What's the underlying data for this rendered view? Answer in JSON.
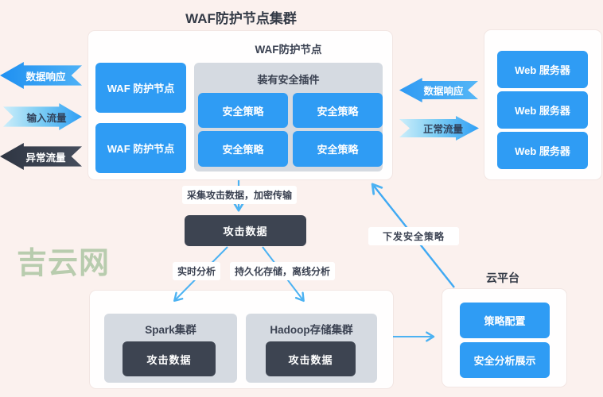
{
  "title": "WAF防护节点集群",
  "watermark": "吉云网",
  "cluster": {
    "header": "WAF防护节点",
    "node1": "WAF 防护节点",
    "node2": "WAF 防护节点",
    "plugin_title": "装有安全插件",
    "policy1": "安全策略",
    "policy2": "安全策略",
    "policy3": "安全策略",
    "policy4": "安全策略"
  },
  "flows": {
    "left_response": "数据响应",
    "input_traffic": "输入流量",
    "abnormal_traffic": "异常流量",
    "right_response": "数据响应",
    "normal_traffic": "正常流量"
  },
  "web": {
    "server1": "Web 服务器",
    "server2": "Web 服务器",
    "server3": "Web 服务器"
  },
  "pipeline": {
    "collect_label": "采集攻击数据，加密传输",
    "attack_data": "攻击数据",
    "realtime_label": "实时分析",
    "persist_label": "持久化存储，离线分析",
    "dispatch_label": "下发安全策略"
  },
  "analytics": {
    "spark_title": "Spark集群",
    "spark_box": "攻击数据",
    "hadoop_title": "Hadoop存储集群",
    "hadoop_box": "攻击数据"
  },
  "cloud": {
    "title": "云平台",
    "item1": "策略配置",
    "item2": "安全分析展示"
  },
  "colors": {
    "accent_blue": "#2f9cf4",
    "dark_slate": "#3d4451",
    "panel_gray": "#d5dae1",
    "line_blue": "#4cb2f2",
    "background": "#fbf1ee",
    "watermark_green": "#b8ccae"
  }
}
